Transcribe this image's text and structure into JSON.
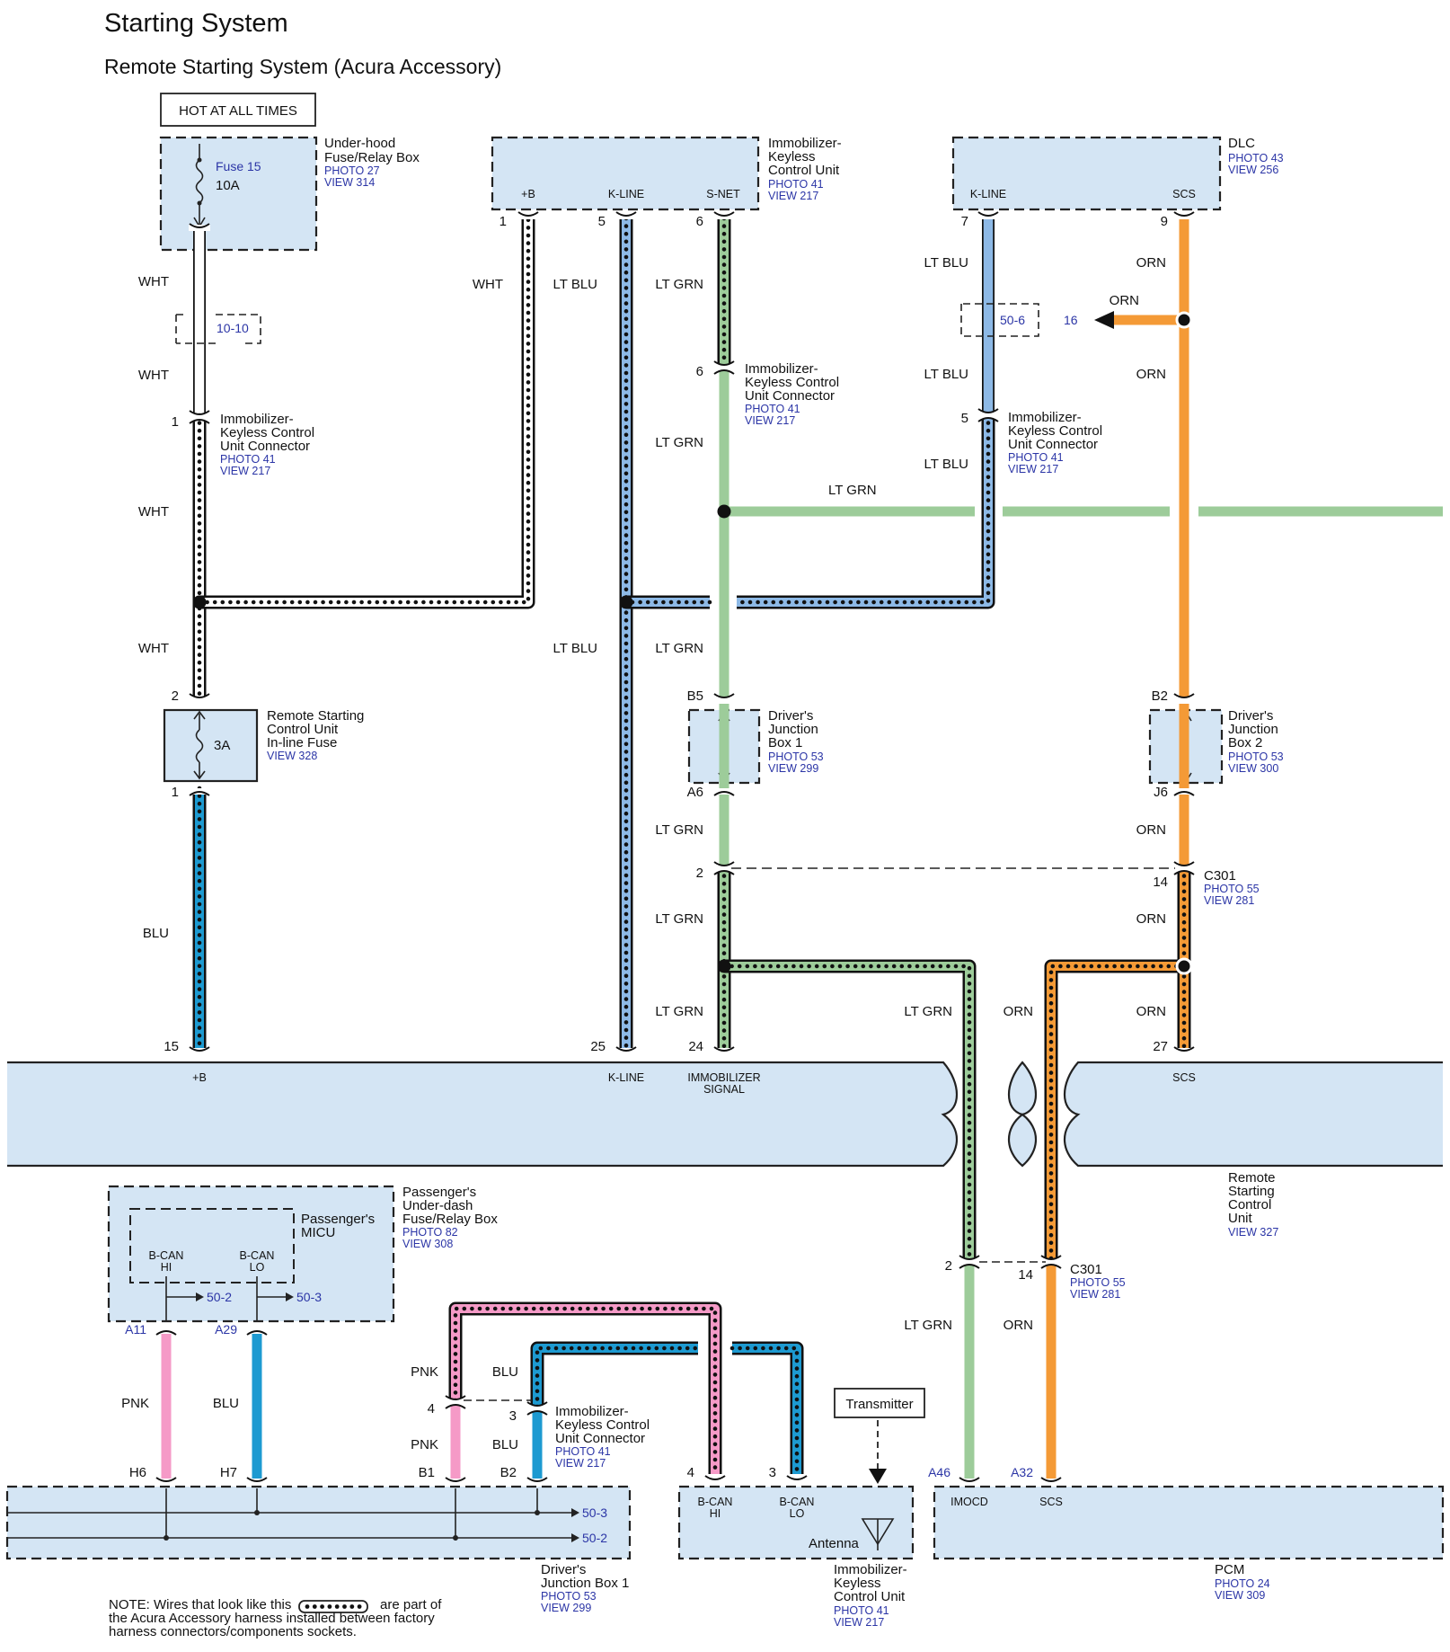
{
  "title": "Starting System",
  "subtitle": "Remote Starting System (Acura Accessory)",
  "hot_label": "HOT AT ALL TIMES",
  "colors": {
    "white_wire": "#ffffff",
    "blue_wire": "#1d9ad1",
    "lt_blu_wire": "#8db9e6",
    "lt_grn_wire": "#9dcc9a",
    "orn_wire": "#f49a36",
    "pnk_wire": "#f59ac7",
    "component_fill": "#d4e5f4",
    "reference_text": "#2b35a6"
  },
  "components": {
    "fuse_box": {
      "fuse_name": "Fuse 15",
      "fuse_rating": "10A",
      "name1": "Under-hood",
      "name2": "Fuse/Relay Box",
      "photo": "PHOTO 27",
      "view": "VIEW 314"
    },
    "imm_unit_top": {
      "name1": "Immobilizer-",
      "name2": "Keyless",
      "name3": "Control Unit",
      "photo": "PHOTO 41",
      "view": "VIEW 217",
      "pin_b": "+B",
      "pin_kline": "K-LINE",
      "pin_snet": "S-NET"
    },
    "dlc": {
      "name": "DLC",
      "photo": "PHOTO 43",
      "view": "VIEW 256",
      "pin_kline": "K-LINE",
      "pin_scs": "SCS"
    },
    "inline_fuse": {
      "rating": "3A",
      "name1": "Remote Starting",
      "name2": "Control Unit",
      "name3": "In-line Fuse",
      "view": "VIEW 328"
    },
    "djb1_top": {
      "name1": "Driver's",
      "name2": "Junction",
      "name3": "Box 1",
      "photo": "PHOTO 53",
      "view": "VIEW 299"
    },
    "djb2_top": {
      "name1": "Driver's",
      "name2": "Junction",
      "name3": "Box 2",
      "photo": "PHOTO 53",
      "view": "VIEW 300"
    },
    "remote_unit": {
      "name1": "Remote",
      "name2": "Starting",
      "name3": "Control",
      "name4": "Unit",
      "view": "VIEW 327",
      "pin_b": "+B",
      "pin_kline": "K-LINE",
      "pin_imm1": "IMMOBILIZER",
      "pin_imm2": "SIGNAL",
      "pin_scs": "SCS"
    },
    "pass_box": {
      "name1": "Passenger's",
      "name2": "Under-dash",
      "name3": "Fuse/Relay Box",
      "photo": "PHOTO 82",
      "view": "VIEW 308",
      "micu1": "Passenger's",
      "micu2": "MICU",
      "bcan_hi1": "B-CAN",
      "bcan_hi2": "HI",
      "bcan_lo1": "B-CAN",
      "bcan_lo2": "LO"
    },
    "djb1_bottom": {
      "name1": "Driver's",
      "name2": "Junction Box 1",
      "photo": "PHOTO 53",
      "view": "VIEW 299"
    },
    "imm_unit_bottom": {
      "name1": "Immobilizer-",
      "name2": "Keyless",
      "name3": "Control Unit",
      "photo": "PHOTO 41",
      "view": "VIEW 217",
      "bcan_hi1": "B-CAN",
      "bcan_hi2": "HI",
      "bcan_lo1": "B-CAN",
      "bcan_lo2": "LO",
      "antenna": "Antenna",
      "transmitter": "Transmitter"
    },
    "pcm": {
      "name": "PCM",
      "photo": "PHOTO 24",
      "view": "VIEW 309",
      "pin_imocd": "IMOCD",
      "pin_scs": "SCS"
    }
  },
  "connectors": {
    "c1010": "10-10",
    "c506": "50-6",
    "c506_target": "16",
    "imm_conn": {
      "name1": "Immobilizer-",
      "name2": "Keyless Control",
      "name3": "Unit Connector",
      "photo": "PHOTO 41",
      "view": "VIEW 217"
    },
    "c301": {
      "name": "C301",
      "photo": "PHOTO 55",
      "view": "VIEW 281"
    },
    "ref_502": "50-2",
    "ref_503": "50-3"
  },
  "wire_labels": {
    "wht": "WHT",
    "blu": "BLU",
    "lt_blu": "LT BLU",
    "lt_grn": "LT GRN",
    "orn": "ORN",
    "pnk": "PNK"
  },
  "pins": {
    "p1": "1",
    "p2": "2",
    "p3": "3",
    "p4": "4",
    "p5": "5",
    "p6": "6",
    "p7": "7",
    "p9": "9",
    "p14": "14",
    "p15": "15",
    "p24": "24",
    "p25": "25",
    "p27": "27",
    "b5": "B5",
    "a6": "A6",
    "b2": "B2",
    "j6": "J6",
    "a11": "A11",
    "a29": "A29",
    "h6": "H6",
    "h7": "H7",
    "b1": "B1",
    "a46": "A46",
    "a32": "A32"
  },
  "note": {
    "line1a": "NOTE: Wires that look like this",
    "line1b": "are part of",
    "line2": "the Acura Accessory harness installed between factory",
    "line3": "harness connectors/components sockets."
  }
}
